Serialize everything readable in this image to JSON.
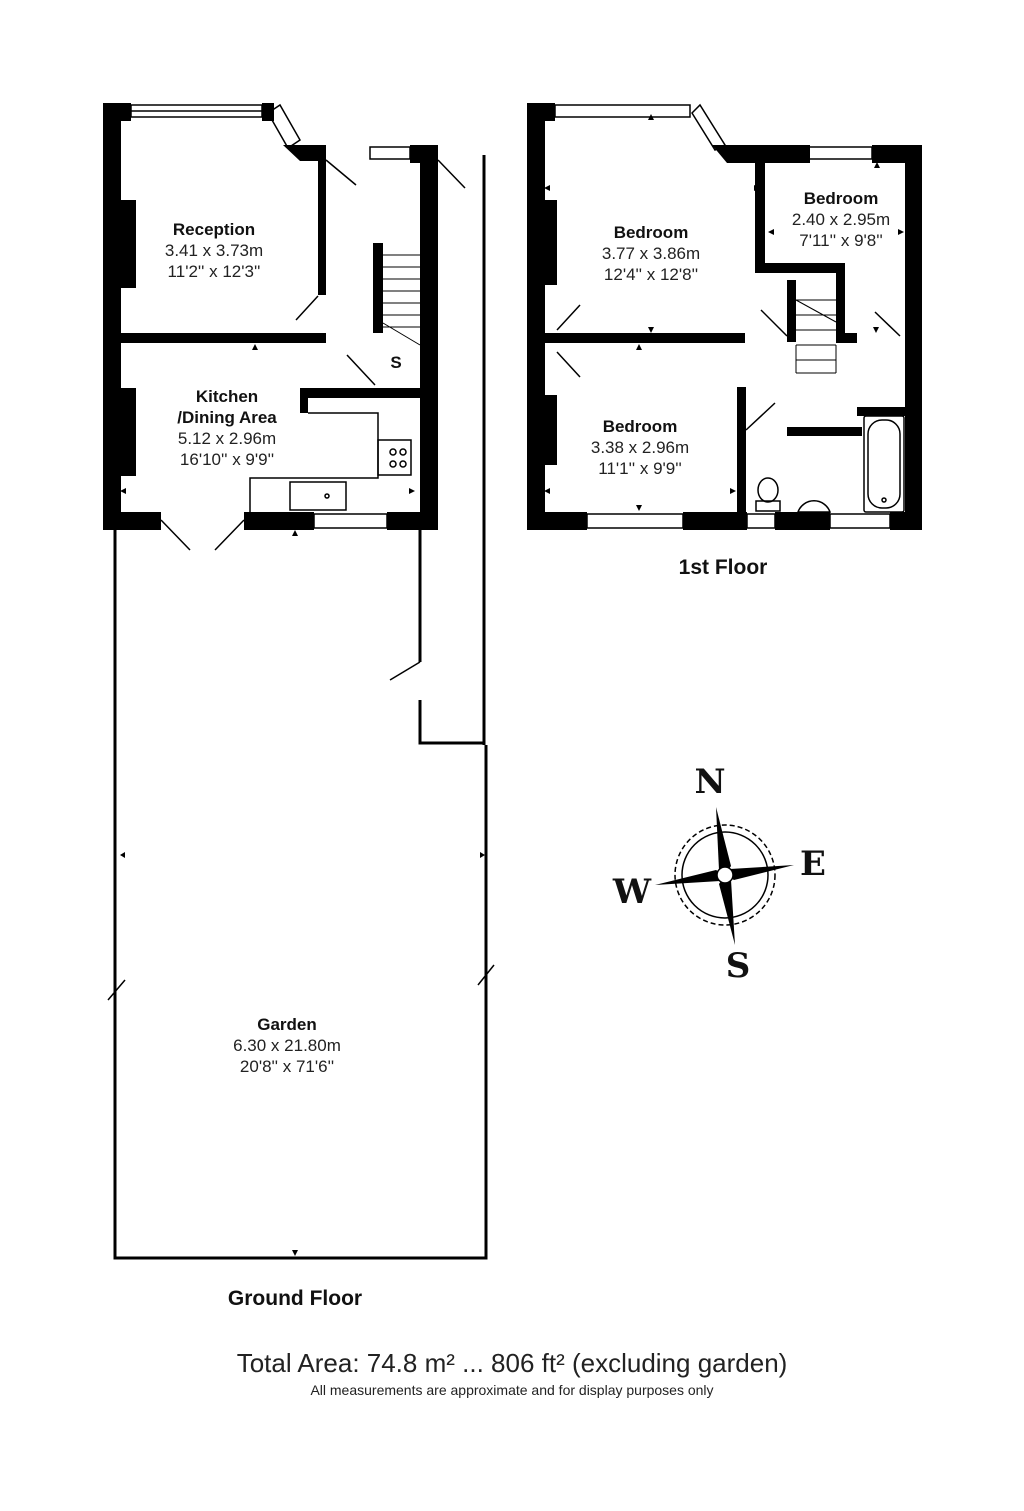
{
  "ground_floor": {
    "title": "Ground Floor",
    "rooms": [
      {
        "name": "Reception",
        "metric": "3.41 x 3.73m",
        "imperial": "11'2'' x 12'3''"
      },
      {
        "name": "Kitchen\n/Dining Area",
        "name_line1": "Kitchen",
        "name_line2": "/Dining Area",
        "metric": "5.12 x 2.96m",
        "imperial": "16'10'' x 9'9''"
      },
      {
        "name": "Garden",
        "metric": "6.30 x 21.80m",
        "imperial": "20'8'' x 71'6''"
      }
    ],
    "storage_label": "S"
  },
  "first_floor": {
    "title": "1st Floor",
    "rooms": [
      {
        "name": "Bedroom",
        "metric": "3.77 x 3.86m",
        "imperial": "12'4'' x 12'8''"
      },
      {
        "name": "Bedroom",
        "metric": "2.40 x 2.95m",
        "imperial": "7'11'' x 9'8''"
      },
      {
        "name": "Bedroom",
        "metric": "3.38 x 2.96m",
        "imperial": "11'1'' x 9'9''"
      }
    ]
  },
  "compass": {
    "north": "N",
    "east": "E",
    "south": "S",
    "west": "W"
  },
  "footer": {
    "total_area": "Total Area: 74.8 m² ... 806 ft² (excluding garden)",
    "disclaimer": "All measurements are approximate and for display purposes only"
  },
  "colors": {
    "wall": "#000000",
    "background": "#ffffff",
    "text": "#111111"
  }
}
